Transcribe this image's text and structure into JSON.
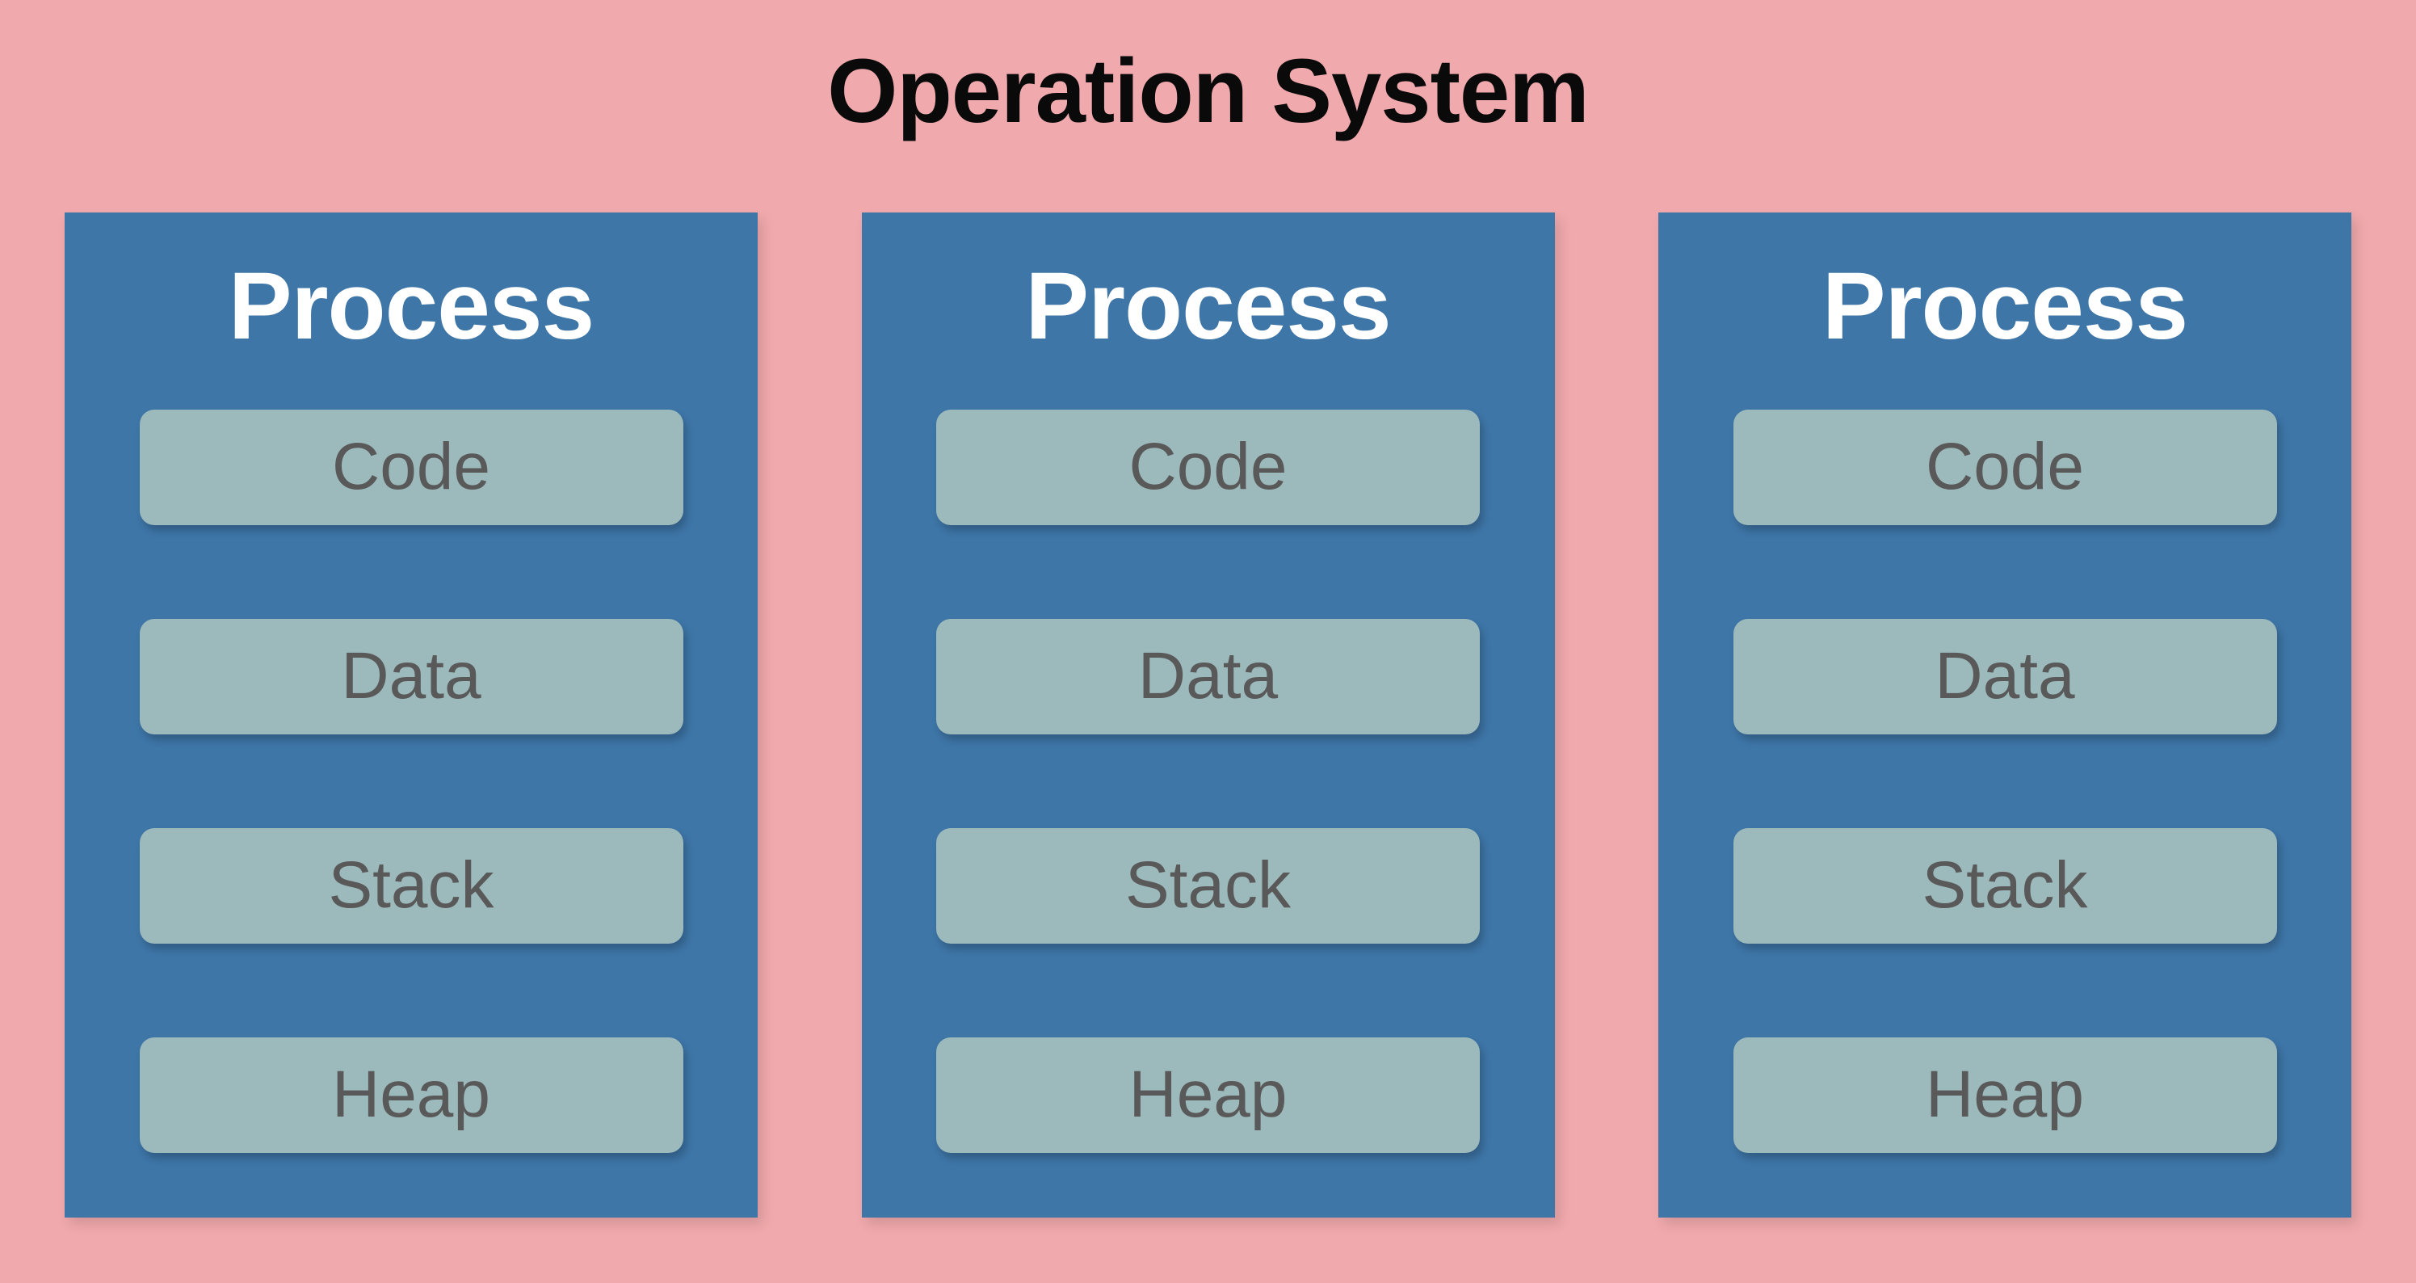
{
  "title": "Operation System",
  "colors": {
    "background": "#f0a9ac",
    "process_box": "#3e76a8",
    "segment_box": "#9cb9bb",
    "segment_text": "#595959",
    "process_title_text": "#ffffff",
    "title_text": "#0a0a0a"
  },
  "processes": [
    {
      "label": "Process",
      "segments": [
        "Code",
        "Data",
        "Stack",
        "Heap"
      ]
    },
    {
      "label": "Process",
      "segments": [
        "Code",
        "Data",
        "Stack",
        "Heap"
      ]
    },
    {
      "label": "Process",
      "segments": [
        "Code",
        "Data",
        "Stack",
        "Heap"
      ]
    }
  ]
}
